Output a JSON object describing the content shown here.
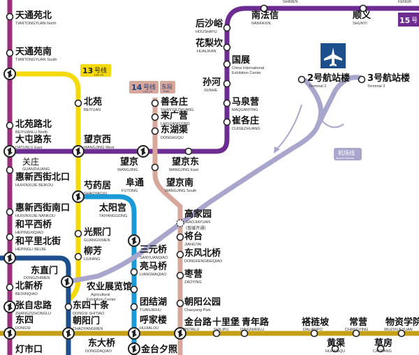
{
  "colors": {
    "line4": "#6d2c91",
    "line13": "#f5d90a",
    "line14": "#d8a79c",
    "line10": "#1a9ad6",
    "line6": "#c59f16",
    "line15": "#6d2c91",
    "airport": "#a8a6cc",
    "line_purple_west": "#9b2f7e",
    "line_black": "#222222"
  },
  "badges": {
    "line13": {
      "num": "13",
      "suffix": "号线",
      "en": "Line 13"
    },
    "line14": {
      "num": "14",
      "suffix": "号线",
      "en": "Line 14"
    },
    "line14_east": {
      "zh": "东段",
      "en": "East"
    },
    "line15": {
      "num": "15",
      "suffix": "号"
    },
    "airport_label": {
      "zh": "机场线",
      "en": "Airport Express"
    }
  },
  "top_partial": {
    "shimen": "SHIMEN",
    "fengbo": "FENGB"
  },
  "stations": {
    "tiantongyuan_north": {
      "zh": "天通苑北",
      "en": "TIANTONGYUAN North"
    },
    "tiantongyuan_south": {
      "zh": "天通苑南",
      "en": "TIANTONGYUAN South"
    },
    "beiyuanlu_north": {
      "zh": "北苑路北",
      "en": "BEIYUANLU North"
    },
    "datunlu_east": {
      "zh": "大屯路东",
      "en": "DATUNLU East"
    },
    "guanzhuang": {
      "zh": "关庄",
      "en": "GUANZHUANG"
    },
    "huixinxijie_beikou": {
      "zh": "惠新西街北口",
      "en": "HUIXINXIJIE BEIKOU"
    },
    "huixinxijie_nankou": {
      "zh": "惠新西街南口",
      "en": "HUIXINXIJIE NANKOU"
    },
    "hepingxiqiao": {
      "zh": "和平西桥",
      "en": "HEPINGXIQIAO"
    },
    "hepingli_beijie": {
      "zh": "和平里北街",
      "en": "HEPINGLI BEIJIE"
    },
    "dongzhimen": {
      "zh": "东直门",
      "en": "DONGZHIMEN"
    },
    "beixinqiao": {
      "zh": "北新桥",
      "en": "BEIXINQIAO"
    },
    "zhangzizhonglu": {
      "zh": "张自忠路",
      "en": "ZHANGZIZHONGLU"
    },
    "dongsi": {
      "zh": "东四",
      "en": "DONGSI"
    },
    "dengshikou": {
      "zh": "灯市口",
      "en": ""
    },
    "beiyuan": {
      "zh": "北苑",
      "en": "BEIYUAN"
    },
    "wangjing_west": {
      "zh": "望京西",
      "en": "WANGJING West"
    },
    "shaoyaoju": {
      "zh": "芍药居",
      "en": "SHAOYAOJU"
    },
    "guangximen": {
      "zh": "光熙门",
      "en": "GUANGXIMEN"
    },
    "liufang": {
      "zh": "柳芳",
      "en": "LIUFANG"
    },
    "taiyanggong": {
      "zh": "太阳宫",
      "en": "TAIYANGGONG"
    },
    "sanyuanqiao": {
      "zh": "三元桥",
      "en": "SANYUANQIAO"
    },
    "liangmaqiao": {
      "zh": "亮马桥",
      "en": "LIANGMAQIAO"
    },
    "agricultural": {
      "zh": "农业展览馆",
      "en": "Agricultural",
      "en2": "Exhibition Center"
    },
    "tuanjiehu": {
      "zh": "团结湖",
      "en": "TUANJIEHU"
    },
    "hujialou": {
      "zh": "呼家楼",
      "en": "HUJIALOU"
    },
    "jintailu": {
      "zh": "金台路",
      "en": "JINTAILU"
    },
    "jintaixizhao": {
      "zh": "金台夕照",
      "en": ""
    },
    "dongsi_shitiao": {
      "zh": "东四十条",
      "en": "DONGSI SHITIAO"
    },
    "chaoyangmen": {
      "zh": "朝阳门",
      "en": "CHAOYANGMEN"
    },
    "dongdaqiao": {
      "zh": "东大桥",
      "en": "DONGDAQIAO"
    },
    "shangezhuang": {
      "zh": "善各庄",
      "en": "SHAN'GEZHUANG"
    },
    "laiguangying": {
      "zh": "来广营",
      "en": "LAIGUANGYING"
    },
    "donghuqu": {
      "zh": "东湖渠",
      "en": "DONGHUQU"
    },
    "wangjing": {
      "zh": "望京",
      "en": "WANGJING"
    },
    "futong": {
      "zh": "阜通",
      "en": "FUTONG"
    },
    "wangjing_east": {
      "zh": "望京东",
      "en": "WANGJING East"
    },
    "wangjing_south": {
      "zh": "望京南",
      "en": "WANGJING South"
    },
    "gaojiayuan": {
      "zh": "高家园",
      "en": "GAOJIAYUAN",
      "note": "(暂缓开通)"
    },
    "jiangtai": {
      "zh": "将台",
      "en": "JIANGTAI"
    },
    "dongfengbeiqiao": {
      "zh": "东风北桥",
      "en": "DONGFENGBEIQIAO"
    },
    "zaoying": {
      "zh": "枣营",
      "en": "ZAOYING"
    },
    "chaoyang_park": {
      "zh": "朝阳公园",
      "en": "Chaoyang Park"
    },
    "shilipu": {
      "zh": "十里堡",
      "en": "SHILIPU"
    },
    "qingnianlu": {
      "zh": "青年路",
      "en": "QINGNIANLU"
    },
    "dalianpo": {
      "zh": "褡裢坡",
      "en": "DALIANPO"
    },
    "huangqu": {
      "zh": "黄渠",
      "en": "HUANGQU"
    },
    "changying": {
      "zh": "常营",
      "en": "CHANGYING"
    },
    "caofang": {
      "zh": "草房",
      "en": "CAOFANG"
    },
    "wuzixueyuan": {
      "zh": "物资学院",
      "en": "WUZIXUEYUAN"
    },
    "houshayu": {
      "zh": "后沙峪",
      "en": "HOUSHAYU"
    },
    "nanfaxin": {
      "zh": "南法信",
      "en": "NANFAXIN"
    },
    "shunyi": {
      "zh": "顺义",
      "en": "SHUNYI"
    },
    "hualikan": {
      "zh": "花梨坎",
      "en": "HUALIKAN"
    },
    "guozhan": {
      "zh": "国展",
      "en": "China International",
      "en2": "Exhibition Center"
    },
    "sunhe": {
      "zh": "孙河",
      "en": "SUNHE"
    },
    "maquanying": {
      "zh": "马泉营",
      "en": "MAQUANYING"
    },
    "cuigezhuang": {
      "zh": "崔各庄",
      "en": "CUIGEZHUANG"
    },
    "terminal2": {
      "zh": "2号航站楼",
      "en": "Terminal 2"
    },
    "terminal3": {
      "zh": "3号航站楼",
      "en": "Terminal 3"
    }
  }
}
